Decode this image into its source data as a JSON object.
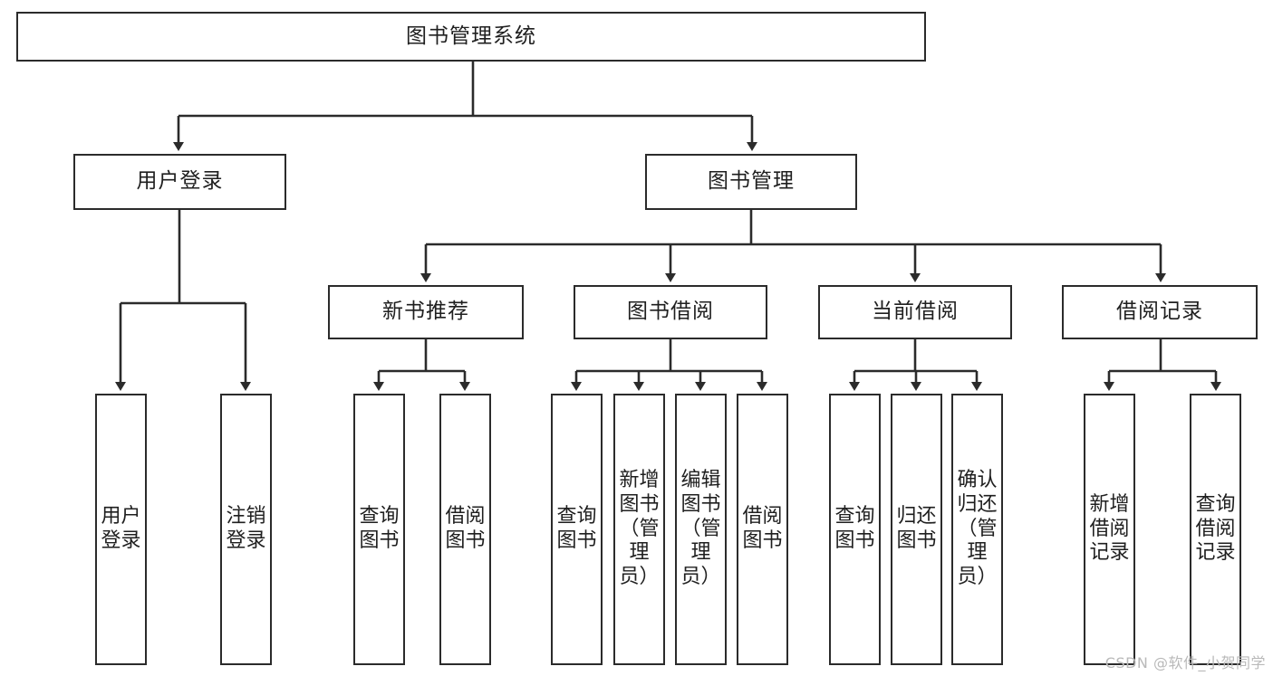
{
  "diagram": {
    "title": "图书管理系统",
    "type": "功能结构图",
    "root": {
      "label": "图书管理系统"
    },
    "level1": [
      {
        "label": "用户登录"
      },
      {
        "label": "图书管理"
      }
    ],
    "level2": [
      {
        "label": "新书推荐"
      },
      {
        "label": "图书借阅"
      },
      {
        "label": "当前借阅"
      },
      {
        "label": "借阅记录"
      }
    ],
    "leaves": {
      "user_login": [
        {
          "label": "用户登录"
        },
        {
          "label": "注销登录"
        }
      ],
      "new_book": [
        {
          "label": "查询图书"
        },
        {
          "label": "借阅图书"
        }
      ],
      "book_borrow": [
        {
          "label": "查询图书"
        },
        {
          "label": "新增图书（管理员）"
        },
        {
          "label": "编辑图书（管理员）"
        },
        {
          "label": "借阅图书"
        }
      ],
      "current_borrow": [
        {
          "label": "查询图书"
        },
        {
          "label": "归还图书"
        },
        {
          "label": "确认归还（管理员）"
        }
      ],
      "borrow_record": [
        {
          "label": "新增借阅记录"
        },
        {
          "label": "查询借阅记录"
        }
      ]
    }
  },
  "watermark": {
    "text": "CSDN @软件_小贺同学"
  },
  "colors": {
    "stroke": "#2b2b2b",
    "box_fill": "#ffffff",
    "text": "#1f1f1f",
    "watermark": "#b9b9b9",
    "background": "#ffffff"
  }
}
